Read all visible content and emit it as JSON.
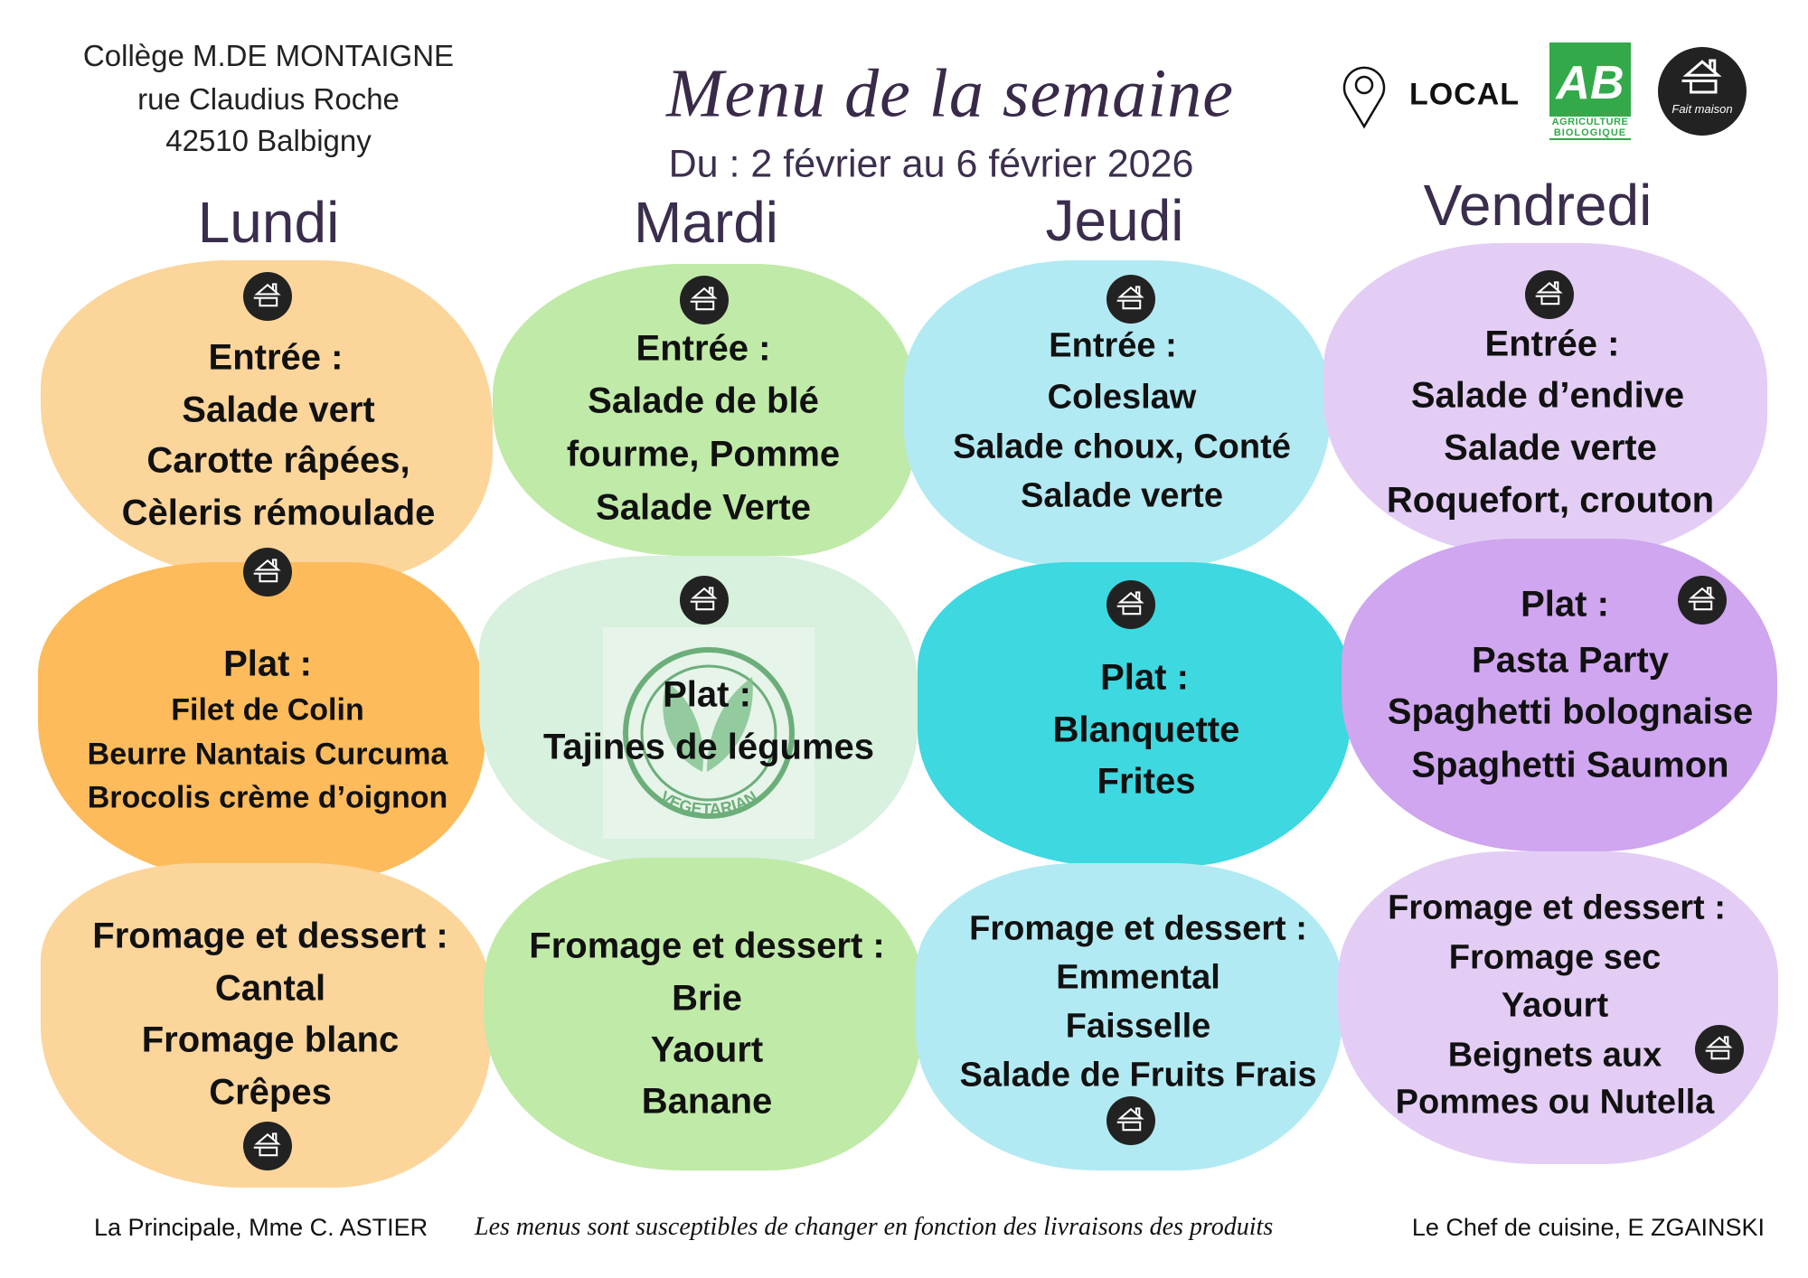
{
  "header": {
    "school": "Collège M.DE MONTAIGNE",
    "street": "rue Claudius Roche",
    "city": "42510 Balbigny",
    "title": "Menu de la semaine",
    "dates": "Du : 2 février au 6 février 2026",
    "logos": {
      "local": "LOCAL",
      "ab": "AB",
      "ab_line1": "AGRICULTURE",
      "ab_line2": "BIOLOGIQUE",
      "fait_maison": "Fait maison",
      "vegetarian": "VEGETARIAN"
    }
  },
  "days": [
    {
      "name": "Lundi",
      "color_entree": "#fcd59b",
      "color_plat": "#fdbb5b",
      "color_fromage": "#fcd59b",
      "entree": [
        "Entrée :",
        "Salade vert",
        "Carotte râpées,",
        "Cèleris rémoulade"
      ],
      "plat": [
        "Plat :",
        "Filet de Colin",
        "Beurre Nantais Curcuma",
        "Brocolis crème d’oignon"
      ],
      "fromage": [
        "Fromage et dessert :",
        "Cantal",
        "Fromage blanc",
        "Crêpes"
      ]
    },
    {
      "name": "Mardi",
      "color_entree": "#c0eaa8",
      "color_plat": "#d8f0de",
      "color_fromage": "#c0eaa8",
      "entree": [
        "Entrée :",
        "Salade de blé",
        "fourme, Pomme",
        "Salade Verte"
      ],
      "plat": [
        "Plat :",
        "Tajines de légumes"
      ],
      "fromage": [
        "Fromage et dessert :",
        "Brie",
        "Yaourt",
        "Banane"
      ]
    },
    {
      "name": "Jeudi",
      "color_entree": "#b2eaf3",
      "color_plat": "#3dd8e0",
      "color_fromage": "#b2eaf3",
      "entree": [
        "Entrée :",
        "Coleslaw",
        "Salade choux, Conté",
        "Salade verte"
      ],
      "plat": [
        "Plat :",
        "Blanquette",
        "Frites"
      ],
      "fromage": [
        "Fromage et dessert :",
        "Emmental",
        "Faisselle",
        "Salade de Fruits Frais"
      ]
    },
    {
      "name": "Vendredi",
      "color_entree": "#e3cdf5",
      "color_plat": "#cfa6ef",
      "color_fromage": "#e3cdf5",
      "entree": [
        "Entrée :",
        "Salade d’endive",
        "Salade verte",
        "Roquefort, crouton"
      ],
      "plat": [
        "Plat :",
        "Pasta Party",
        "Spaghetti bolognaise",
        "Spaghetti Saumon"
      ],
      "fromage": [
        "Fromage et dessert :",
        "Fromage sec",
        "Yaourt",
        "Beignets aux",
        "Pommes ou Nutella"
      ]
    }
  ],
  "footer": {
    "principal": "La Principale, Mme C. ASTIER",
    "notice": "Les menus sont susceptibles de changer en fonction des livraisons des produits",
    "chef": "Le Chef de cuisine, E  ZGAINSKI"
  }
}
